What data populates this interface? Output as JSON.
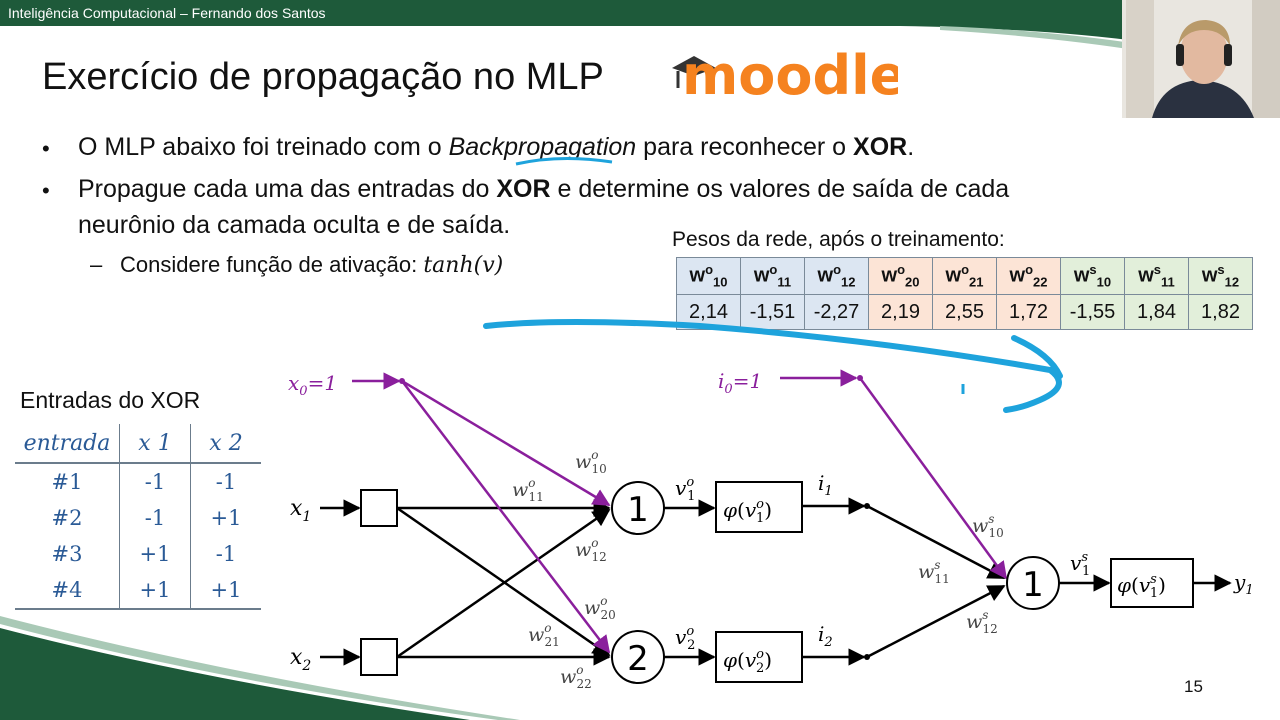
{
  "header": {
    "course": "Inteligência Computacional – Fernando dos Santos"
  },
  "slide": {
    "title": "Exercício de propagação no MLP",
    "logo_text": "moodle",
    "bullets": {
      "b1_pre": "O MLP abaixo foi treinado com o ",
      "b1_italic": "Backpropagation",
      "b1_mid": " para reconhecer o ",
      "b1_bold": "XOR",
      "b1_end": ".",
      "b2_pre": "Propague cada uma das entradas do ",
      "b2_bold": "XOR",
      "b2_post": " e determine os valores de saída de cada",
      "b2_line2": "neurônio da camada oculta e de saída.",
      "sub_pre": "Considere função de ativação: ",
      "sub_func": "tanh(v)"
    },
    "page_number": "15"
  },
  "weights": {
    "caption": "Pesos da rede, após o treinamento:",
    "headers": [
      {
        "sup": "o",
        "sub": "10"
      },
      {
        "sup": "o",
        "sub": "11"
      },
      {
        "sup": "o",
        "sub": "12"
      },
      {
        "sup": "o",
        "sub": "20"
      },
      {
        "sup": "o",
        "sub": "21"
      },
      {
        "sup": "o",
        "sub": "22"
      },
      {
        "sup": "s",
        "sub": "10"
      },
      {
        "sup": "s",
        "sub": "11"
      },
      {
        "sup": "s",
        "sub": "12"
      }
    ],
    "values": [
      "2,14",
      "-1,51",
      "-2,27",
      "2,19",
      "2,55",
      "1,72",
      "-1,55",
      "1,84",
      "1,82"
    ]
  },
  "xor": {
    "caption": "Entradas do XOR",
    "columns": [
      "entrada",
      "x 1",
      "x 2"
    ],
    "rows": [
      [
        "#1",
        "-1",
        "-1"
      ],
      [
        "#2",
        "-1",
        "+1"
      ],
      [
        "#3",
        "+1",
        "-1"
      ],
      [
        "#4",
        "+1",
        "+1"
      ]
    ]
  },
  "network": {
    "x0_label": "x0=1",
    "i0_label": "i0=1",
    "x1_label": "x1",
    "x2_label": "x2",
    "hidden1": "1",
    "hidden2": "2",
    "output1": "1",
    "i1_label": "i1",
    "i2_label": "i2",
    "y1_label": "y1",
    "phi": "φ",
    "v_label": "v",
    "w_label": "w",
    "sup_o": "o",
    "sup_s": "s",
    "colors": {
      "bias": "#8a1f9c",
      "edge": "#000000",
      "annotation": "#1ea3dc",
      "banner": "#1e5a3a"
    }
  }
}
